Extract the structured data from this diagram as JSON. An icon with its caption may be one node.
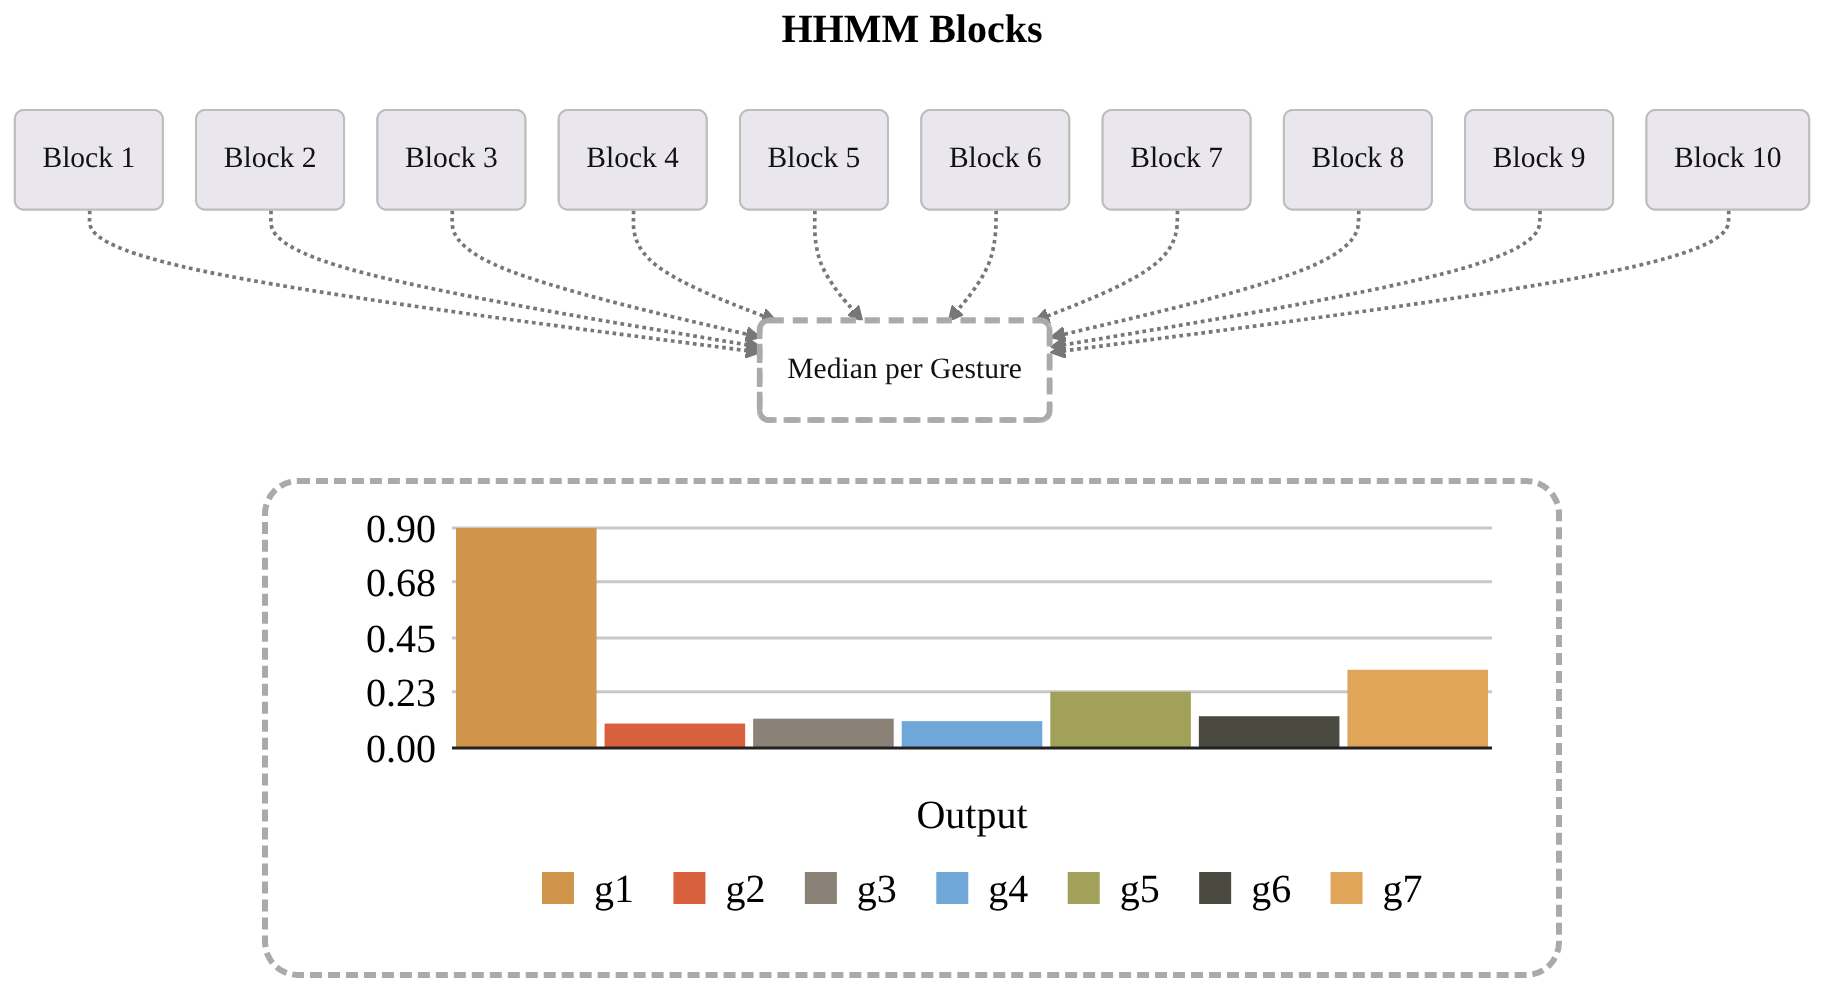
{
  "diagram": {
    "title": "HHMM Blocks",
    "nodes": [
      {
        "text": [
          "Block 1"
        ]
      },
      {
        "text": [
          "Block 2"
        ]
      },
      {
        "text": [
          "Block 3"
        ]
      },
      {
        "text": [
          "Block 4"
        ]
      },
      {
        "text": [
          "Block 5"
        ]
      },
      {
        "text": [
          "Block 6"
        ]
      },
      {
        "text": [
          "Block 7"
        ]
      },
      {
        "text": [
          "Block 8"
        ]
      },
      {
        "text": [
          "Block 9"
        ]
      },
      {
        "text": [
          "Block 10"
        ]
      },
      {
        "text": [
          "Median per Gesture"
        ]
      }
    ],
    "edges": [
      {
        "from": 0,
        "to": 10,
        "arrow": "to",
        "style": "dashed"
      },
      {
        "from": 1,
        "to": 10,
        "arrow": "to",
        "style": "dashed"
      },
      {
        "from": 2,
        "to": 10,
        "arrow": "to",
        "style": "dashed"
      },
      {
        "from": 3,
        "to": 10,
        "arrow": "to",
        "style": "dashed"
      },
      {
        "from": 4,
        "to": 10,
        "arrow": "to",
        "style": "dashed"
      },
      {
        "from": 5,
        "to": 10,
        "arrow": "to",
        "style": "dashed"
      },
      {
        "from": 6,
        "to": 10,
        "arrow": "to",
        "style": "dashed"
      },
      {
        "from": 7,
        "to": 10,
        "arrow": "to",
        "style": "dashed"
      },
      {
        "from": 8,
        "to": 10,
        "arrow": "to",
        "style": "dashed"
      },
      {
        "from": 9,
        "to": 10,
        "arrow": "to",
        "style": "dashed"
      }
    ],
    "chart_data": {
      "type": "bar",
      "xlabel": "Output",
      "categories": [
        null
      ],
      "series": [
        {
          "name": "g1",
          "color": "#d0954a",
          "values": [
            0.9
          ]
        },
        {
          "name": "g2",
          "color": "#d9603d",
          "values": [
            0.1
          ]
        },
        {
          "name": "g3",
          "color": "#8a8177",
          "values": [
            0.12
          ]
        },
        {
          "name": "g4",
          "color": "#6fa8d8",
          "values": [
            0.11
          ]
        },
        {
          "name": "g5",
          "color": "#a1a159",
          "values": [
            0.23
          ]
        },
        {
          "name": "g6",
          "color": "#4b4a40",
          "values": [
            0.13
          ]
        },
        {
          "name": "g7",
          "color": "#e0a558",
          "values": [
            0.32
          ]
        }
      ],
      "ylim": [
        0,
        0.9
      ],
      "yticks": [
        {
          "value": 0,
          "label": "0.00"
        },
        0.23,
        0.45,
        0.68,
        {
          "value": 0.9,
          "label": "0.90"
        }
      ],
      "grid": true,
      "legend": "bottom"
    }
  }
}
